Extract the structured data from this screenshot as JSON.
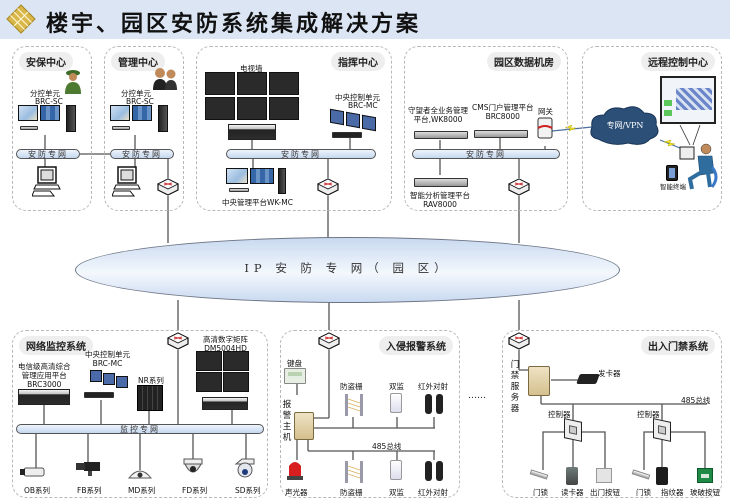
{
  "title": "楼宇、园区安防系统集成解决方案",
  "title_icon": "golden-chip-icon",
  "colors": {
    "title_bar": "#dbe5f4",
    "bus_fill": "#c6d8ef",
    "zone_border": "#b8b8b8",
    "cloud": "#2c4f78",
    "alarm_red": "#d81e1e",
    "breakglass_green": "#1e8a45"
  },
  "core_network": {
    "label": "IP 安 防 专 网（ 园 区）"
  },
  "zones": {
    "security_center": {
      "label": "安保中心",
      "unit_name": "分控单元",
      "unit_model": "BRC-SC",
      "bus_label": "安防专网",
      "icons": [
        "guard-person-icon",
        "workstation-icon",
        "client-pc-icon"
      ]
    },
    "management_center": {
      "label": "管理中心",
      "unit_name": "分控单元",
      "unit_model": "BRC-SC",
      "bus_label": "安防专网",
      "icons": [
        "managers-icon",
        "workstation-icon",
        "client-pc-icon",
        "switch-icon"
      ]
    },
    "command_center": {
      "label": "指挥中心",
      "tv_wall": "电视墙",
      "central_unit_name": "中央控制单元",
      "central_unit_model": "BRC-MC",
      "bus_label": "安防专网",
      "platform": "中央管理平台WK-MC"
    },
    "data_room": {
      "label": "园区数据机房",
      "business_platform": [
        "守望者全业务管理",
        "平台,WK8000"
      ],
      "cms_platform": [
        "CMS门户管理平台",
        "BRC8000"
      ],
      "gateway": "网关",
      "bus_label": "安防专网",
      "analysis_platform": [
        "智能分析管理平台",
        "RAV8000"
      ]
    },
    "remote_center": {
      "label": "远程控制中心",
      "cloud": "专网/VPN",
      "terminal": "智能终端"
    },
    "video_surveillance": {
      "label": "网络监控系统",
      "telecom_platform": [
        "电信级高清综合",
        "管理应用平台",
        "BRC3000"
      ],
      "central_unit": [
        "中央控制单元",
        "BRC-MC"
      ],
      "nr": "NR系列",
      "matrix": [
        "高清数字矩阵",
        "DM5004HD"
      ],
      "bus_label": "监控专网",
      "cameras": [
        "OB系列",
        "FB系列",
        "MD系列",
        "FD系列",
        "SD系列"
      ]
    },
    "intrusion_alarm": {
      "label": "入侵报警系统",
      "keyboard": "键盘",
      "host": [
        "报",
        "警",
        "主",
        "机"
      ],
      "bus_label": "485总线",
      "top_row": [
        "防盗栅",
        "双监",
        "红外对射"
      ],
      "siren": "声光器",
      "bottom_row": [
        "防盗栅",
        "双监",
        "红外对射"
      ]
    },
    "access_control": {
      "label": "出入门禁系统",
      "server": [
        "门",
        "禁",
        "服",
        "务",
        "器"
      ],
      "card_issuer": "发卡器",
      "bus_label": "485总线",
      "controller_label": "控制器",
      "group1": [
        "门锁",
        "读卡器",
        "出门按钮"
      ],
      "group2": [
        "门锁",
        "指纹器",
        "玻破按钮"
      ]
    }
  },
  "separator": "……"
}
